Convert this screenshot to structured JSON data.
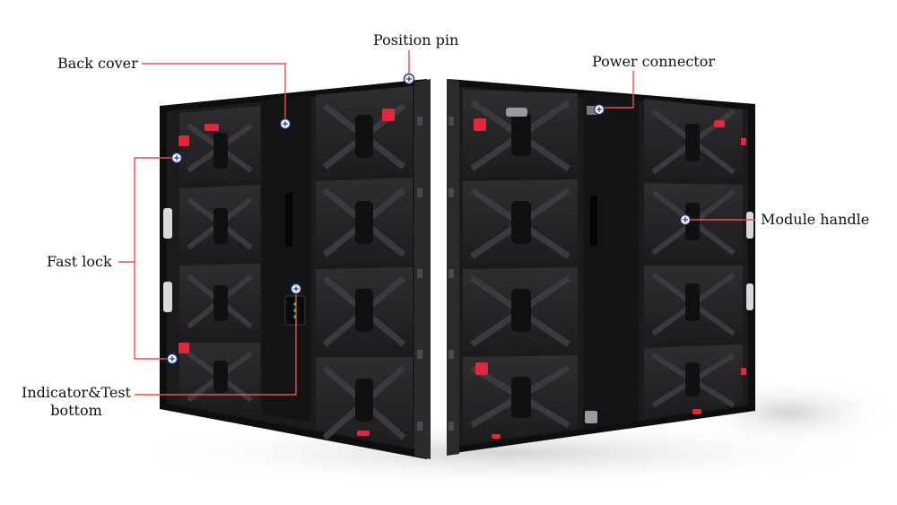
{
  "colors": {
    "leader_line": "#e8504f",
    "marker_ring": "#1c2f86",
    "cabinet_body": "#1b1b1d",
    "cabinet_frame": "#0e0e10",
    "module_face": "#2a2a2d",
    "accent_red": "#e3263a",
    "indicator_green": "#3fdc5a",
    "background": "#ffffff"
  },
  "callouts": {
    "position_pin": {
      "label": "Position pin",
      "icon": "crosshair-marker-icon"
    },
    "back_cover": {
      "label": "Back cover",
      "icon": "crosshair-marker-icon"
    },
    "power_connector": {
      "label": "Power connector",
      "icon": "crosshair-marker-icon"
    },
    "fast_lock": {
      "label": "Fast lock",
      "icon": "crosshair-marker-icon"
    },
    "module_handle": {
      "label": "Module handle",
      "icon": "crosshair-marker-icon"
    },
    "indicator_test": {
      "label_line1": "Indicator&Test",
      "label_line2": "bottom",
      "icon": "crosshair-marker-icon"
    }
  }
}
